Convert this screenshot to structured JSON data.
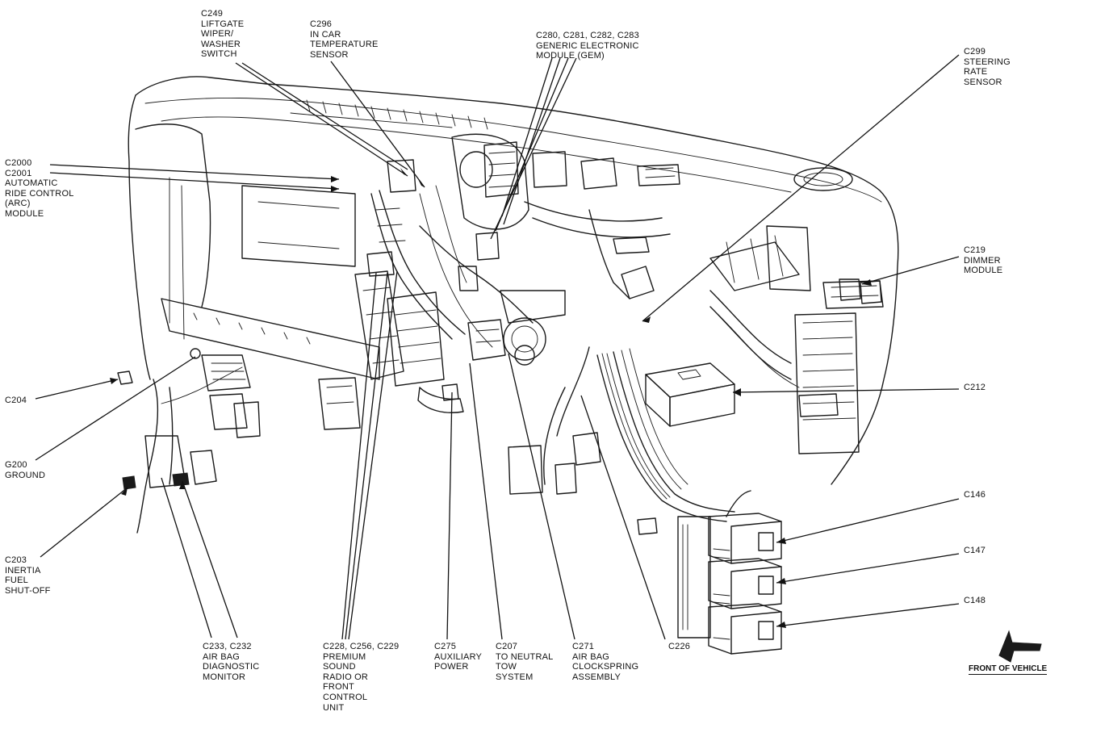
{
  "callouts": {
    "c249": "C249\nLIFTGATE\nWIPER/\nWASHER\nSWITCH",
    "c296": "C296\nIN CAR\nTEMPERATURE\nSENSOR",
    "c280": "C280, C281, C282, C283\nGENERIC ELECTRONIC\nMODULE (GEM)",
    "c299": "C299\nSTEERING\nRATE\nSENSOR",
    "c2000": "C2000\nC2001\nAUTOMATIC\nRIDE CONTROL\n(ARC)\nMODULE",
    "c219": "C219\nDIMMER\nMODULE",
    "c212": "C212",
    "c204": "C204",
    "g200": "G200\nGROUND",
    "c146": "C146",
    "c147": "C147",
    "c148": "C148",
    "c203": "C203\nINERTIA\nFUEL\nSHUT-OFF",
    "c233": "C233, C232\nAIR BAG\nDIAGNOSTIC\nMONITOR",
    "c228": "C228, C256, C229\nPREMIUM\nSOUND\nRADIO OR\nFRONT\nCONTROL\nUNIT",
    "c275": "C275\nAUXILIARY\nPOWER",
    "c207": "C207\nTO NEUTRAL\nTOW\nSYSTEM",
    "c271": "C271\nAIR BAG\nCLOCKSPRING\nASSEMBLY",
    "c226": "C226"
  },
  "front_of_vehicle": "FRONT OF VEHICLE",
  "colors": {
    "ink": "#1a1a1a",
    "paper": "#ffffff"
  }
}
